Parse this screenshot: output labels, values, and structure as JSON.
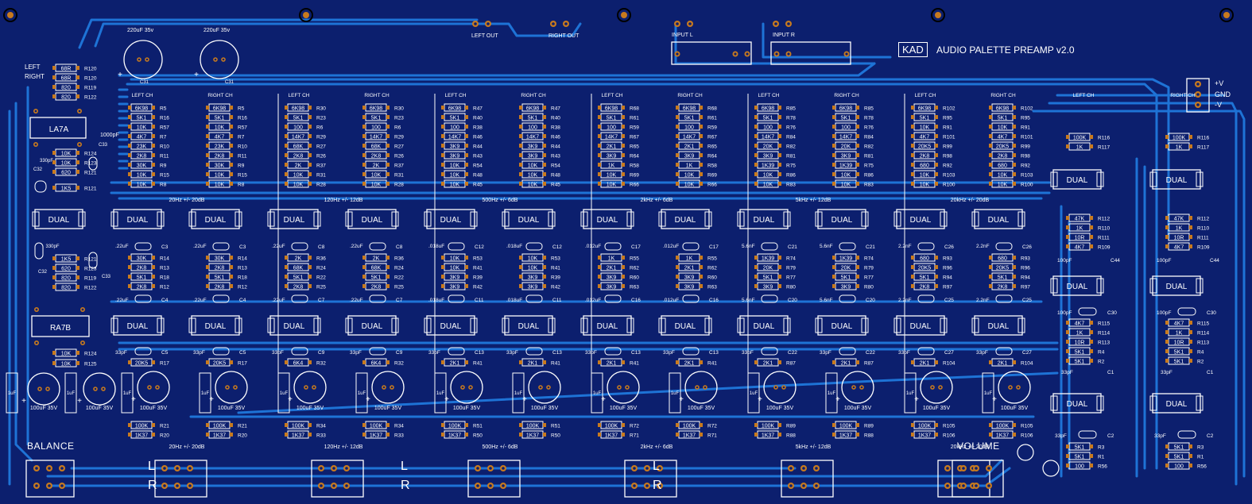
{
  "board": {
    "title_logo": "KAD",
    "title": "AUDIO PALETTE PREAMP  v2.0",
    "colors": {
      "background": "#0c1f6e",
      "trace": "#1e73d6",
      "silk": "#ffffff",
      "pad": "#c87a1e"
    }
  },
  "connectors": {
    "left_out": "LEFT OUT",
    "right_out": "RIGHT OUT",
    "input_l": "INPUT L",
    "input_r": "INPUT R",
    "left_label": "LEFT",
    "right_label": "RIGHT",
    "power": {
      "plus": "+V",
      "gnd": "GND",
      "minus": "-V"
    }
  },
  "top_left": {
    "cap_a": "220uF 35v",
    "cap_b": "220uF 35v",
    "c31": "C31",
    "resistors": [
      "68R",
      "68R",
      "820",
      "820"
    ],
    "refs": [
      "R120",
      "R120",
      "R119",
      "R122"
    ],
    "ic1": "LA7A",
    "ic2": "RA7B",
    "c32": "C32",
    "c33": "C33",
    "cap_1000pf": "1000pF",
    "cap_330pf": "330pF",
    "mid_res": [
      "10K",
      "10K",
      "620",
      "1K5"
    ],
    "mid_refs": [
      "R124",
      "R123",
      "R121"
    ],
    "lower_res": [
      "1K5",
      "620",
      "820",
      "820"
    ],
    "lower_refs": [
      "R121",
      "R123",
      "R119",
      "R122"
    ],
    "bottom_res": [
      "10K",
      "10K"
    ],
    "bottom_refs": [
      "R124",
      "R125"
    ],
    "cap_100uf": "100uF 35V",
    "cap_1uf": "1uF"
  },
  "channels": {
    "left_ch": "LEFT CH",
    "right_ch": "RIGHT CH",
    "dual": "DUAL"
  },
  "bands": [
    {
      "name": "20Hz +/- 20dB",
      "top_res": [
        "6K98",
        "5K1",
        "10K",
        "4K7",
        "23K",
        "2K8",
        "30K",
        "10K",
        "10K"
      ],
      "top_refs_l": [
        "R5",
        "R16",
        "R57",
        "R7",
        "R10",
        "R11",
        "R9",
        "R15",
        "R8"
      ],
      "caps": ".22uF",
      "c_top": "C3",
      "c_bot": "C4",
      "mid_res": [
        "30K",
        "2K8",
        "5K1",
        "2K8"
      ],
      "mid_refs": [
        "R14",
        "R13",
        "R18",
        "R12"
      ],
      "ccap": "33pF",
      "cref": "C5",
      "low_res": "20K5",
      "low_ref": "R17",
      "pot_res": [
        "100K",
        "1K37"
      ],
      "pot_refs": [
        "R21",
        "R20"
      ]
    },
    {
      "name": "120Hz +/- 12dB",
      "top_res": [
        "6K98",
        "5K1",
        "100",
        "14K7",
        "68K",
        "2K8",
        "2K",
        "10K",
        "10K"
      ],
      "top_refs_l": [
        "R30",
        "R23",
        "R6",
        "R29",
        "R27",
        "R26",
        "R37",
        "R31",
        "R28"
      ],
      "caps": ".22uF",
      "c_top": "C8",
      "c_bot": "C7",
      "mid_res": [
        "2K",
        "68K",
        "5K1",
        "2K8"
      ],
      "mid_refs": [
        "R36",
        "R24",
        "R22",
        "R25"
      ],
      "ccap": "33pF",
      "cref": "C9",
      "low_res": "6K4",
      "low_ref": "R32",
      "pot_res": [
        "100K",
        "1K37"
      ],
      "pot_refs": [
        "R34",
        "R33"
      ]
    },
    {
      "name": "500Hz +/- 6dB",
      "top_res": [
        "6K98",
        "5K1",
        "100",
        "14K7",
        "3K9",
        "3K9",
        "10K",
        "10K",
        "10K"
      ],
      "top_refs_l": [
        "R47",
        "R40",
        "R38",
        "R46",
        "R44",
        "R43",
        "R54",
        "R48",
        "R45"
      ],
      "caps": ".018uF",
      "c_top": "C12",
      "c_bot": "C11",
      "mid_res": [
        "10K",
        "10K",
        "3K9",
        "3K9"
      ],
      "mid_refs": [
        "R53",
        "R41",
        "R39",
        "R42"
      ],
      "ccap": "33pF",
      "cref": "C13",
      "low_res": "2K1",
      "low_ref": "R41",
      "pot_res": [
        "100K",
        "1K37"
      ],
      "pot_refs": [
        "R51",
        "R50"
      ]
    },
    {
      "name": "2kHz +/- 6dB",
      "top_res": [
        "6K98",
        "5K1",
        "100",
        "14K7",
        "2K1",
        "3K9",
        "1K",
        "10K",
        "10K"
      ],
      "top_refs_l": [
        "R68",
        "R61",
        "R59",
        "R67",
        "R65",
        "R64",
        "R58",
        "R69",
        "R66"
      ],
      "caps": ".012uF",
      "c_top": "C17",
      "c_bot": "C16",
      "mid_res": [
        "1K",
        "2K1",
        "3K9",
        "3K9"
      ],
      "mid_refs": [
        "R55",
        "R62",
        "R60",
        "R63"
      ],
      "ccap": "33pF",
      "cref": "C13",
      "low_res": "2K1",
      "low_ref": "R41",
      "pot_res": [
        "100K",
        "1K37"
      ],
      "pot_refs": [
        "R72",
        "R71"
      ]
    },
    {
      "name": "5kHz +/- 12dB",
      "top_res": [
        "6K98",
        "5K1",
        "100",
        "14K7",
        "20K",
        "3K9",
        "1K39",
        "10K",
        "10K"
      ],
      "top_refs_l": [
        "R85",
        "R78",
        "R76",
        "R84",
        "R82",
        "R81",
        "R75",
        "R86",
        "R83"
      ],
      "caps": "5.6nF",
      "c_top": "C21",
      "c_bot": "C20",
      "mid_res": [
        "1K39",
        "20K",
        "5K1",
        "3K9"
      ],
      "mid_refs": [
        "R74",
        "R79",
        "R77",
        "R80"
      ],
      "ccap": "33pF",
      "cref": "C22",
      "low_res": "2K1",
      "low_ref": "R87",
      "pot_res": [
        "100K",
        "1K37"
      ],
      "pot_refs": [
        "R89",
        "R88"
      ]
    },
    {
      "name": "20kHz +/- 20dB",
      "top_res": [
        "6K98",
        "5K1",
        "10K",
        "4K7",
        "20K5",
        "2K8",
        "680",
        "10K",
        "10K"
      ],
      "top_refs_l": [
        "R102",
        "R95",
        "R91",
        "R101",
        "R99",
        "R98",
        "R92",
        "R103",
        "R100"
      ],
      "caps": "2.2nF",
      "c_top": "C26",
      "c_bot": "C25",
      "mid_res": [
        "680",
        "20K5",
        "5K1",
        "2K8"
      ],
      "mid_refs": [
        "R93",
        "R96",
        "R94",
        "R97"
      ],
      "ccap": "33pF",
      "cref": "C27",
      "low_res": "2K1",
      "low_ref": "R104",
      "pot_res": [
        "100K",
        "1K37"
      ],
      "pot_refs": [
        "R105",
        "R106"
      ]
    }
  ],
  "output_stage": {
    "a_res": [
      "100K",
      "1K"
    ],
    "a_refs": [
      "R116",
      "R117"
    ],
    "b_res": [
      "47K",
      "1K",
      "10R",
      "4K7"
    ],
    "b_refs": [
      "R112",
      "R110",
      "R111",
      "R109"
    ],
    "c44": "C44",
    "c30": "C30",
    "cap_100pf": "100pF",
    "c_res": [
      "4K7",
      "1K",
      "10R",
      "5K1",
      "5K1"
    ],
    "c_refs": [
      "R115",
      "R114",
      "R113",
      "R4",
      "R2"
    ],
    "c1": "C1",
    "c2": "C2",
    "cap_33pf": "33pF",
    "d_res": [
      "5K1",
      "5K1",
      "100"
    ],
    "d_refs": [
      "R3",
      "R1",
      "R56"
    ]
  },
  "bottom_labels": {
    "balance": "BALANCE",
    "volume": "VOLUME",
    "lr_l": "L",
    "lr_r": "R"
  }
}
